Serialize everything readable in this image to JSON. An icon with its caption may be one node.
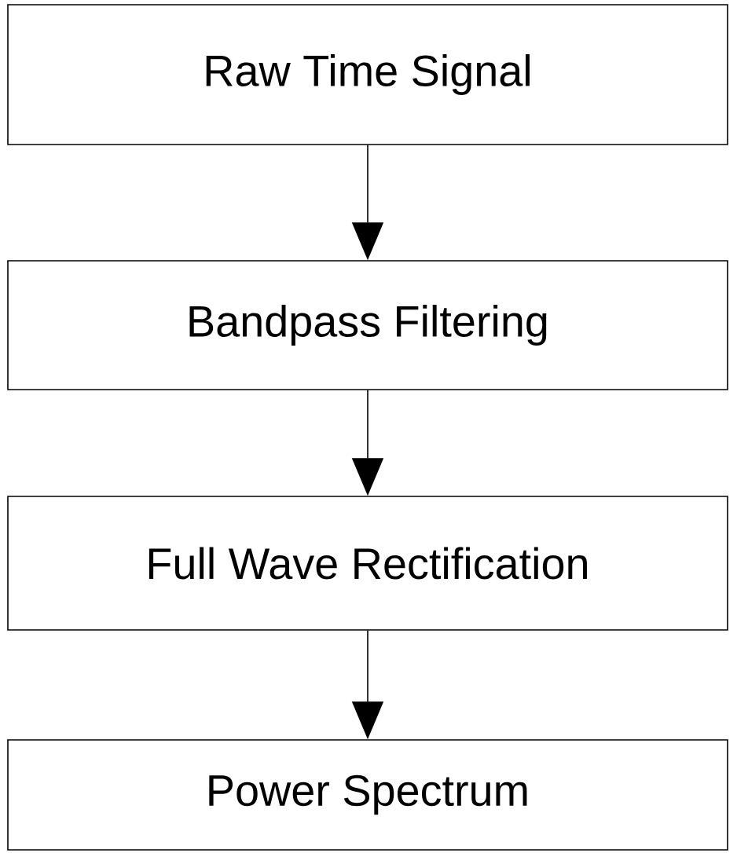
{
  "diagram": {
    "nodes": [
      {
        "text": [
          "Raw Time Signal"
        ]
      },
      {
        "text": [
          "Bandpass Filtering"
        ]
      },
      {
        "text": [
          "Full Wave Rectification"
        ]
      },
      {
        "text": [
          "Power Spectrum"
        ]
      }
    ],
    "edges": [
      {
        "from": 0,
        "to": 1,
        "arrow": "to"
      },
      {
        "from": 1,
        "to": 2,
        "arrow": "to"
      },
      {
        "from": 2,
        "to": 3,
        "arrow": "to"
      }
    ]
  }
}
